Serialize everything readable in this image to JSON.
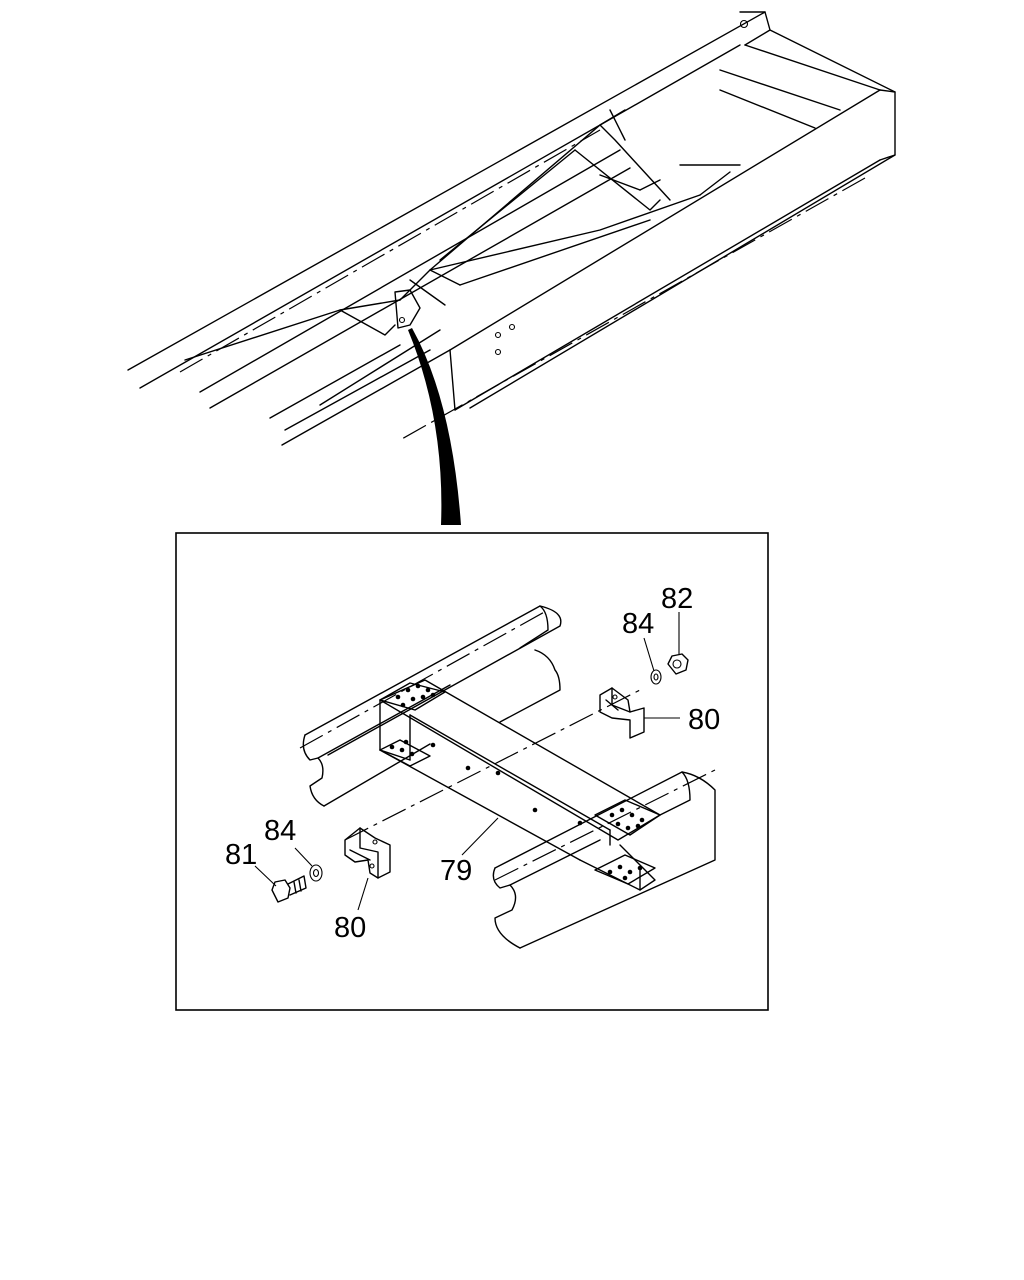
{
  "diagram": {
    "callouts": [
      {
        "id": "c82",
        "label": "82"
      },
      {
        "id": "c84a",
        "label": "84"
      },
      {
        "id": "c80a",
        "label": "80"
      },
      {
        "id": "c84b",
        "label": "84"
      },
      {
        "id": "c81",
        "label": "81"
      },
      {
        "id": "c80b",
        "label": "80"
      },
      {
        "id": "c79",
        "label": "79"
      }
    ]
  }
}
